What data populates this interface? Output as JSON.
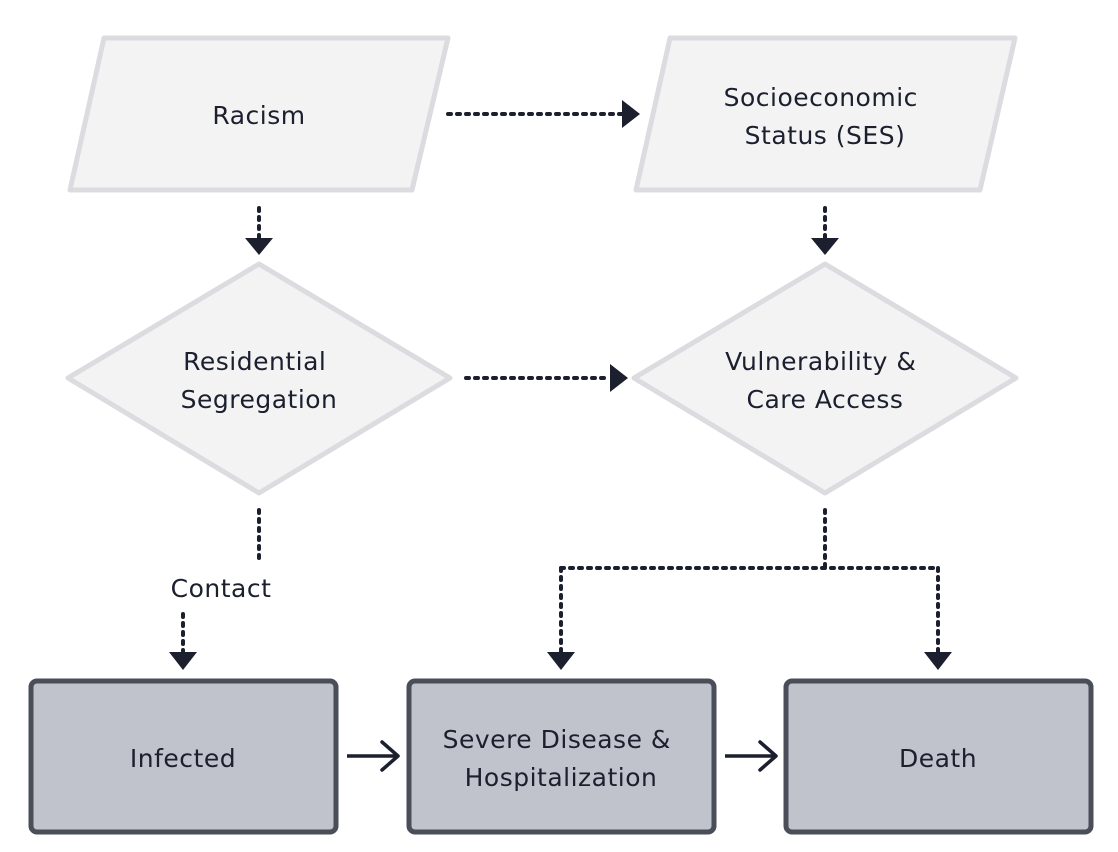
{
  "nodes": {
    "racism": {
      "lines": [
        "Racism"
      ]
    },
    "ses": {
      "lines": [
        "Socioeconomic",
        "Status (SES)"
      ]
    },
    "segregation": {
      "lines": [
        "Residential",
        "Segregation"
      ]
    },
    "vulnerability": {
      "lines": [
        "Vulnerability &",
        "Care Access"
      ]
    },
    "infected": {
      "lines": [
        "Infected"
      ]
    },
    "severe": {
      "lines": [
        "Severe Disease &",
        "Hospitalization"
      ]
    },
    "death": {
      "lines": [
        "Death"
      ]
    }
  },
  "edges": {
    "contact_label": "Contact"
  },
  "colors": {
    "light_fill": "#f3f3f4",
    "light_stroke": "#dcdce0",
    "dark_fill": "#c0c3cb",
    "dark_stroke": "#4a4e59",
    "ink": "#1b1f2e"
  }
}
